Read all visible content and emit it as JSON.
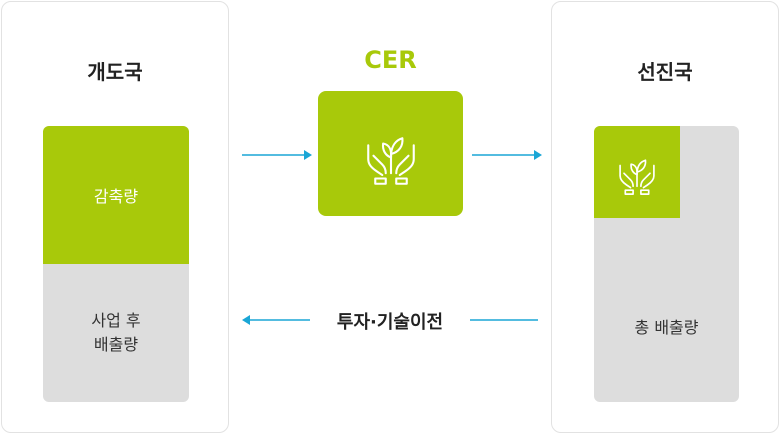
{
  "left_panel": {
    "title": "개도국",
    "reduction_label": "감축량",
    "after_project_line1": "사업 후",
    "after_project_line2": "배출량"
  },
  "center": {
    "title": "CER",
    "icon": "hands-plant-icon",
    "bottom_label": "투자·기술이전"
  },
  "right_panel": {
    "title": "선진국",
    "icon": "hands-plant-icon",
    "total_label": "총 배출량"
  },
  "colors": {
    "accent_green": "#a8c90a",
    "bar_grey": "#dddddd",
    "arrow_blue": "#1aa6d6"
  }
}
